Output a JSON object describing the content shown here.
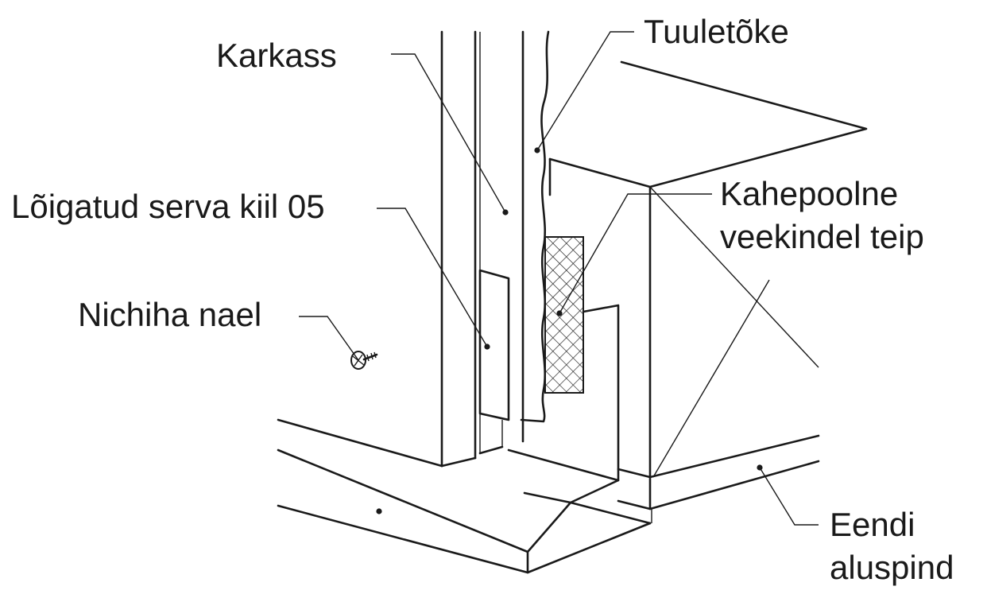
{
  "labels": {
    "karkass": "Karkass",
    "tuuletoke": "Tuuletõke",
    "loigatud_serva_kiil": "Lõigatud serva kiil 05",
    "kahepoolne_teip_line1": "Kahepoolne",
    "kahepoolne_teip_line2": "veekindel teip",
    "nichiha_nael": "Nichiha nael",
    "eendi_aluspind_line1": "Eendi",
    "eendi_aluspind_line2": "aluspind"
  },
  "colors": {
    "line": "#1a1a1a",
    "background": "#ffffff"
  }
}
